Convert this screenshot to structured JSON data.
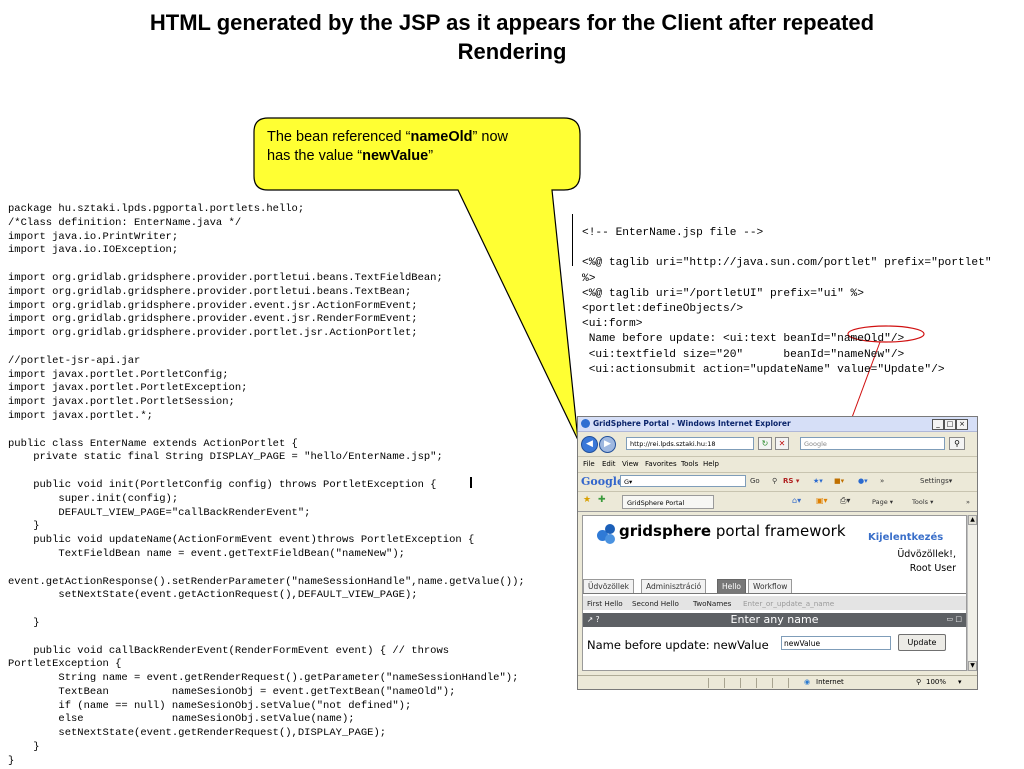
{
  "slide": {
    "title_line1": "HTML generated by the JSP as it appears for the Client after repeated",
    "title_line2": "Rendering",
    "callout": {
      "pre1": "The bean referenced “",
      "bold1": "nameOld",
      "post1": "” now",
      "pre2": "has the value “",
      "bold2": "newValue",
      "post2": "”",
      "fill_color": "#ffff33"
    },
    "java_code": "package hu.sztaki.lpds.pgportal.portlets.hello;\n/*Class definition: EnterName.java */\nimport java.io.PrintWriter;\nimport java.io.IOException;\n\nimport org.gridlab.gridsphere.provider.portletui.beans.TextFieldBean;\nimport org.gridlab.gridsphere.provider.portletui.beans.TextBean;\nimport org.gridlab.gridsphere.provider.event.jsr.ActionFormEvent;\nimport org.gridlab.gridsphere.provider.event.jsr.RenderFormEvent;\nimport org.gridlab.gridsphere.provider.portlet.jsr.ActionPortlet;\n\n//portlet-jsr-api.jar\nimport javax.portlet.PortletConfig;\nimport javax.portlet.PortletException;\nimport javax.portlet.PortletSession;\nimport javax.portlet.*;\n\npublic class EnterName extends ActionPortlet {\n    private static final String DISPLAY_PAGE = \"hello/EnterName.jsp\";\n\n    public void init(PortletConfig config) throws PortletException {\n        super.init(config);\n        DEFAULT_VIEW_PAGE=\"callBackRenderEvent\";\n    }\n    public void updateName(ActionFormEvent event)throws PortletException {\n        TextFieldBean name = event.getTextFieldBean(\"nameNew\");\n\nevent.getActionResponse().setRenderParameter(\"nameSessionHandle\",name.getValue());\n        setNextState(event.getActionRequest(),DEFAULT_VIEW_PAGE);\n\n    }\n\n    public void callBackRenderEvent(RenderFormEvent event) { // throws\nPortletException {\n        String name = event.getRenderRequest().getParameter(\"nameSessionHandle\");\n        TextBean          nameSesionObj = event.getTextBean(\"nameOld\");\n        if (name == null) nameSesionObj.setValue(\"not defined\");\n        else              nameSesionObj.setValue(name);\n        setNextState(event.getRenderRequest(),DISPLAY_PAGE);\n    }\n}",
    "jsp_code": "<!-- EnterName.jsp file -->\n\n<%@ taglib uri=\"http://java.sun.com/portlet\" prefix=\"portlet\"\n%>\n<%@ taglib uri=\"/portletUI\" prefix=\"ui\" %>\n<portlet:defineObjects/>\n<ui:form>\n Name before update: <ui:text beanId=\"nameOld\"/>\n <ui:textfield size=\"20\"      beanId=\"nameNew\"/>\n <ui:actionsubmit action=\"updateName\" value=\"Update\"/>",
    "accent_red": "#d01010"
  },
  "browser": {
    "title": "GridSphere Portal - Windows Internet Explorer",
    "window_buttons": [
      "_",
      "□",
      "×"
    ],
    "address": "http://rei.lpds.sztaki.hu:18",
    "search_placeholder": "Google",
    "menu": [
      "File",
      "Edit",
      "View",
      "Favorites",
      "Tools",
      "Help"
    ],
    "google_toolbar": {
      "logo": "Google",
      "box": "G▾",
      "go": "Go",
      "items": [
        "RS ▾",
        "»",
        "Settings▾"
      ]
    },
    "favorites_tab": "GridSphere Portal",
    "command_items": [
      "Page ▾",
      "Tools ▾",
      "»"
    ],
    "status_zone": "Internet",
    "zoom": "100%",
    "portal": {
      "logo_bold": "gridsphere",
      "logo_rest": " portal framework",
      "login_link": "Kijelentkezés",
      "welcome": "Üdvözöllek!,",
      "user": "Root User",
      "tabs": [
        "Üdvözöllek",
        "Adminisztráció",
        "Hello",
        "Workflow"
      ],
      "subnav": [
        "First Hello",
        "Second Hello",
        "TwoNames"
      ],
      "subnav_ghost": "Enter_or_update_a_name",
      "portlet_icons": "↗ ?",
      "portlet_controls": "▭ □",
      "portlet_title": "Enter any name",
      "form_label": "Name before update: newValue",
      "input_value": "newValue",
      "button": "Update"
    }
  }
}
